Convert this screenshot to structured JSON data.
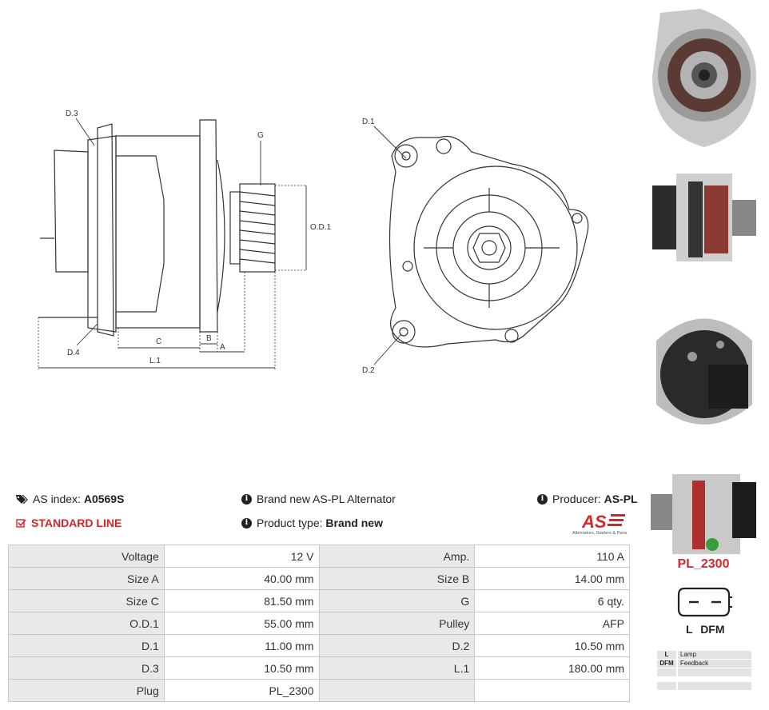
{
  "diagram": {
    "labels": {
      "d1": "D.1",
      "d2": "D.2",
      "d3": "D.3",
      "d4": "D.4",
      "g": "G",
      "od1": "O.D.1",
      "a": "A",
      "b": "B",
      "c": "C",
      "l1": "L.1"
    }
  },
  "info": {
    "as_index_label": "AS index:",
    "as_index_value": "A0569S",
    "line_label": "STANDARD LINE",
    "description": "Brand new AS-PL Alternator",
    "product_type_label": "Product type:",
    "product_type_value": "Brand new",
    "producer_label": "Producer:",
    "producer_value": "AS-PL"
  },
  "logo": {
    "mark": "AS",
    "tagline": "Alternators, Starters & Parts"
  },
  "specs": [
    [
      "Voltage",
      "12 V",
      "Amp.",
      "110 A"
    ],
    [
      "Size A",
      "40.00 mm",
      "Size B",
      "14.00 mm"
    ],
    [
      "Size C",
      "81.50 mm",
      "G",
      "6 qty."
    ],
    [
      "O.D.1",
      "55.00 mm",
      "Pulley",
      "AFP"
    ],
    [
      "D.1",
      "11.00 mm",
      "D.2",
      "10.50 mm"
    ],
    [
      "D.3",
      "10.50 mm",
      "L.1",
      "180.00 mm"
    ],
    [
      "Plug",
      "PL_2300",
      "",
      ""
    ]
  ],
  "plug": {
    "code": "PL_2300",
    "pins": "L DFM",
    "legend": [
      {
        "key": "L",
        "value": "Lamp"
      },
      {
        "key": "DFM",
        "value": "Feedback"
      }
    ]
  },
  "colors": {
    "accent": "#d4262b",
    "table_key_bg": "#e9e9e9",
    "border": "#c8c8c8"
  },
  "icons": {
    "tag": "tag-icon",
    "check": "checkbox-icon",
    "info": "info-icon"
  }
}
